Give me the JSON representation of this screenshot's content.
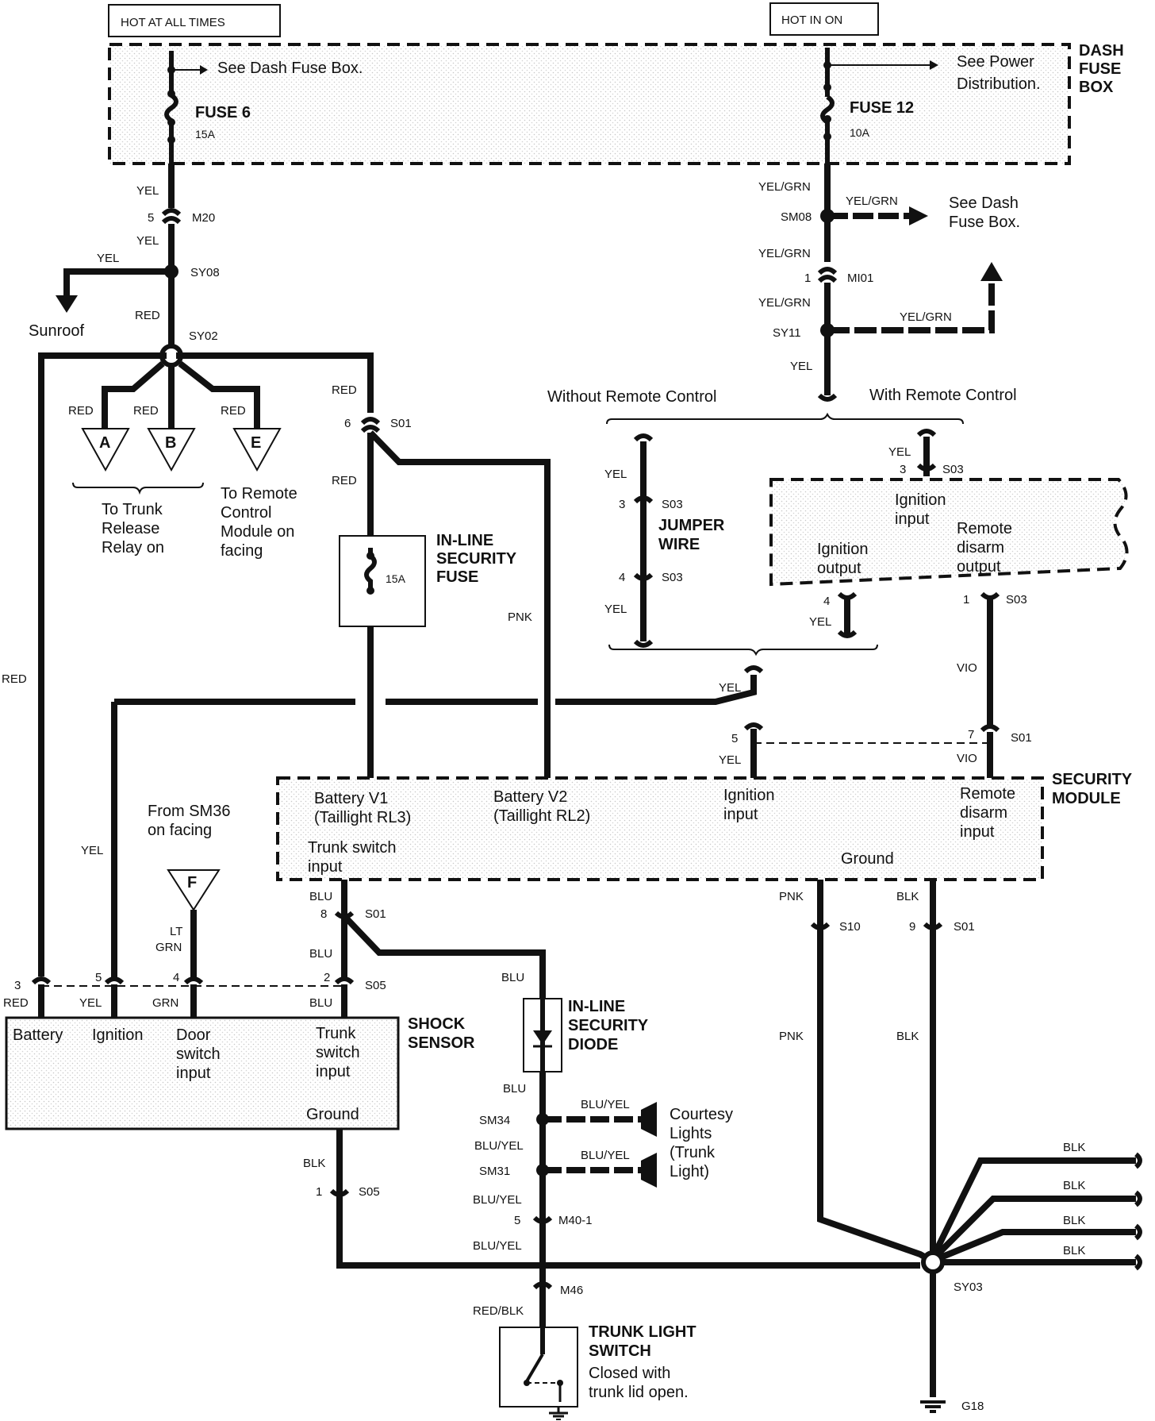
{
  "headers": {
    "hot_at_all_times": "HOT AT ALL TIMES",
    "hot_in_on": "HOT IN ON"
  },
  "dash_fuse_box": {
    "title_l1": "DASH",
    "title_l2": "FUSE",
    "title_l3": "BOX",
    "see_dash_fuse_box": "See Dash Fuse Box.",
    "fuse6_name": "FUSE 6",
    "fuse6_rating": "15A",
    "fuse12_name": "FUSE 12",
    "fuse12_rating": "10A",
    "see_power_l1": "See Power",
    "see_power_l2": "Distribution."
  },
  "left_branch": {
    "yel1": "YEL",
    "m20_pin": "5",
    "m20": "M20",
    "yel2": "YEL",
    "sunroof_yel": "YEL",
    "sy08": "SY08",
    "sunroof": "Sunroof",
    "red1": "RED",
    "sy02": "SY02",
    "red_a": "RED",
    "red_b": "RED",
    "red_e": "RED",
    "conn_a": "A",
    "conn_b": "B",
    "conn_e": "E",
    "trunk_l1": "To Trunk",
    "trunk_l2": "Release",
    "trunk_l3": "Relay on",
    "remote_l1": "To Remote",
    "remote_l2": "Control",
    "remote_l3": "Module on",
    "remote_l4": "facing",
    "red_left": "RED",
    "yel_left": "YEL"
  },
  "right_branch": {
    "yelgrn1": "YEL/GRN",
    "sm08": "SM08",
    "yelgrn_arrow": "YEL/GRN",
    "see_dash_l1": "See Dash",
    "see_dash_l2": "Fuse Box.",
    "yelgrn2": "YEL/GRN",
    "mi01_pin": "1",
    "mi01": "MI01",
    "yelgrn3": "YEL/GRN",
    "sy11": "SY11",
    "yelgrn4": "YEL/GRN",
    "yel": "YEL",
    "without_remote": "Without Remote Control",
    "with_remote": "With Remote Control"
  },
  "jumper": {
    "yel_top": "YEL",
    "pin3": "3",
    "s03_a": "S03",
    "label_l1": "JUMPER",
    "label_l2": "WIRE",
    "pin4": "4",
    "s03_b": "S03",
    "yel_bot": "YEL"
  },
  "remote_module": {
    "yel_top": "YEL",
    "pin3": "3",
    "s03_top": "S03",
    "ign_input_l1": "Ignition",
    "ign_input_l2": "input",
    "ign_output_l1": "Ignition",
    "ign_output_l2": "output",
    "remote_out_l1": "Remote",
    "remote_out_l2": "disarm",
    "remote_out_l3": "output",
    "pin4": "4",
    "yel_out": "YEL",
    "pin1": "1",
    "s03_out": "S03",
    "vio": "VIO"
  },
  "security_fuse": {
    "red_top": "RED",
    "pin6": "6",
    "s01": "S01",
    "red_mid": "RED",
    "rating": "15A",
    "label_l1": "IN-LINE",
    "label_l2": "SECURITY",
    "label_l3": "FUSE",
    "pnk": "PNK"
  },
  "security_module": {
    "title_l1": "SECURITY",
    "title_l2": "MODULE",
    "yel_top": "YEL",
    "pin5": "5",
    "yel_bot": "YEL",
    "pin7": "7",
    "s01": "S01",
    "vio_bot": "VIO",
    "battery_v1_l1": "Battery V1",
    "battery_v1_l2": "(Taillight RL3)",
    "battery_v2_l1": "Battery V2",
    "battery_v2_l2": "(Taillight RL2)",
    "ignition_l1": "Ignition",
    "ignition_l2": "input",
    "remote_l1": "Remote",
    "remote_l2": "disarm",
    "remote_l3": "input",
    "trunk_l1": "Trunk switch",
    "trunk_l2": "input",
    "ground": "Ground"
  },
  "shock_sensor": {
    "title_l1": "SHOCK",
    "title_l2": "SENSOR",
    "from_sm36_l1": "From SM36",
    "from_sm36_l2": "on facing",
    "conn_f": "F",
    "lt": "LT",
    "grn_top": "GRN",
    "blu_top": "BLU",
    "pin8": "8",
    "s01": "S01",
    "blu_mid": "BLU",
    "pin3": "3",
    "pin5": "5",
    "pin4": "4",
    "pin2": "2",
    "s05": "S05",
    "red": "RED",
    "yel": "YEL",
    "grn": "GRN",
    "blu": "BLU",
    "battery": "Battery",
    "ignition": "Ignition",
    "door_l1": "Door",
    "door_l2": "switch",
    "door_l3": "input",
    "trunk_l1": "Trunk",
    "trunk_l2": "switch",
    "trunk_l3": "input",
    "ground": "Ground",
    "blk": "BLK",
    "pin1": "1",
    "s05_bot": "S05"
  },
  "diode": {
    "blu_top": "BLU",
    "label_l1": "IN-LINE",
    "label_l2": "SECURITY",
    "label_l3": "DIODE",
    "blu_bot": "BLU",
    "sm34": "SM34",
    "bluyel1": "BLU/YEL",
    "bluyel_c1": "BLU/YEL",
    "sm31": "SM31",
    "bluyel_c2": "BLU/YEL",
    "courtesy_l1": "Courtesy",
    "courtesy_l2": "Lights",
    "courtesy_l3": "(Trunk",
    "courtesy_l4": "Light)",
    "bluyel2": "BLU/YEL",
    "pin5": "5",
    "m40": "M40-1",
    "bluyel3": "BLU/YEL",
    "m46": "M46",
    "redblk": "RED/BLK"
  },
  "trunk_switch": {
    "label_l1": "TRUNK LIGHT",
    "label_l2": "SWITCH",
    "desc_l1": "Closed with",
    "desc_l2": "trunk lid open."
  },
  "ground_circuit": {
    "pnk_top": "PNK",
    "s10": "S10",
    "pnk_bot": "PNK",
    "blk_top": "BLK",
    "pin9": "9",
    "s01": "S01",
    "blk_bot": "BLK",
    "blk1": "BLK",
    "blk2": "BLK",
    "blk3": "BLK",
    "blk4": "BLK",
    "sy03": "SY03",
    "g18": "G18"
  }
}
